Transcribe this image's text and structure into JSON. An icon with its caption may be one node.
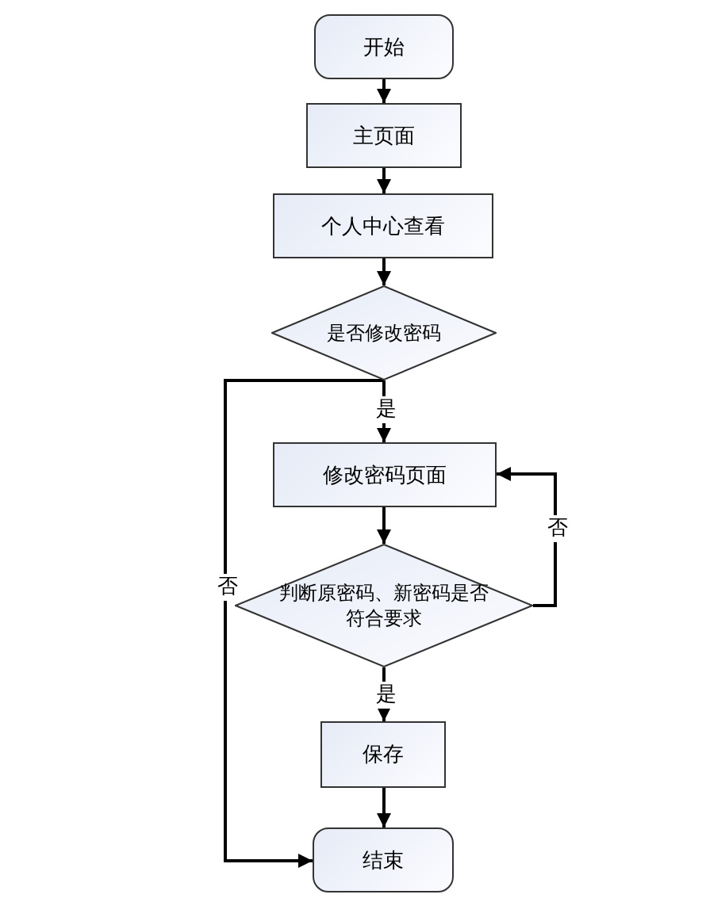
{
  "diagram": {
    "nodes": [
      {
        "text": [
          "开始"
        ]
      },
      {
        "text": [
          "主页面"
        ]
      },
      {
        "text": [
          "个人中心查看"
        ]
      },
      {
        "text": [
          "是否修改密码"
        ]
      },
      {
        "text": [
          "修改密码页面"
        ]
      },
      {
        "text": [
          "判断原密码、新密码是否符合要求"
        ]
      },
      {
        "text": [
          "保存"
        ]
      },
      {
        "text": [
          "结束"
        ]
      }
    ],
    "edges": [
      {
        "from": 0,
        "to": 1,
        "arrow": "to"
      },
      {
        "from": 1,
        "to": 2,
        "arrow": "to"
      },
      {
        "from": 2,
        "to": 3,
        "arrow": "to"
      },
      {
        "from": 3,
        "to": 4,
        "arrow": "to",
        "label": "是"
      },
      {
        "from": 3,
        "to": 7,
        "arrow": "to",
        "label": "否"
      },
      {
        "from": 4,
        "to": 5,
        "arrow": "to"
      },
      {
        "from": 5,
        "to": 4,
        "arrow": "to",
        "label": "否"
      },
      {
        "from": 5,
        "to": 6,
        "arrow": "to",
        "label": "是"
      },
      {
        "from": 6,
        "to": 7,
        "arrow": "to"
      }
    ]
  }
}
